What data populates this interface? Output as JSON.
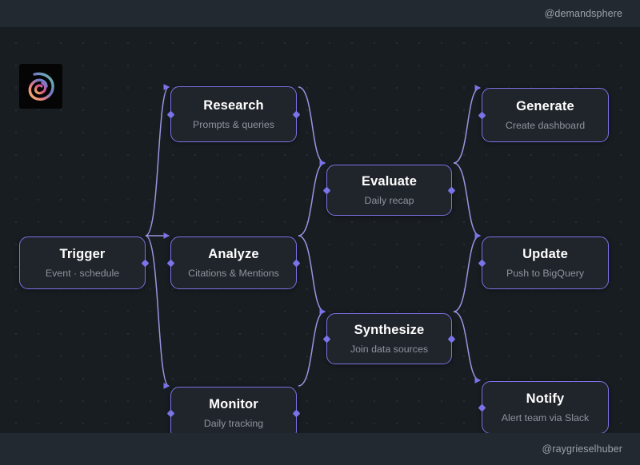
{
  "header": {
    "handle": "@demandsphere"
  },
  "footer": {
    "handle": "@raygrieselhuber"
  },
  "brand": {
    "logo_name": "demandsphere-d-logo"
  },
  "colors": {
    "canvas_bg": "#181d21",
    "chrome_bg": "#232930",
    "node_bg": "#20252b",
    "node_border": "#7b73e8",
    "edge": "#9a94e0",
    "title_text": "#ffffff",
    "subtitle_text": "#8d949c",
    "handle_text": "#9aa3ad",
    "grid_dot": "#272d33"
  },
  "nodes": [
    {
      "id": "trigger",
      "title": "Trigger",
      "subtitle": "Event · schedule"
    },
    {
      "id": "research",
      "title": "Research",
      "subtitle": "Prompts & queries"
    },
    {
      "id": "analyze",
      "title": "Analyze",
      "subtitle": "Citations & Mentions"
    },
    {
      "id": "monitor",
      "title": "Monitor",
      "subtitle": "Daily tracking"
    },
    {
      "id": "evaluate",
      "title": "Evaluate",
      "subtitle": "Daily recap"
    },
    {
      "id": "synthesize",
      "title": "Synthesize",
      "subtitle": "Join data sources"
    },
    {
      "id": "generate",
      "title": "Generate",
      "subtitle": "Create dashboard"
    },
    {
      "id": "update",
      "title": "Update",
      "subtitle": "Push to BigQuery"
    },
    {
      "id": "notify",
      "title": "Notify",
      "subtitle": "Alert team via Slack"
    }
  ],
  "edges": [
    {
      "from": "trigger",
      "to": "research"
    },
    {
      "from": "trigger",
      "to": "analyze"
    },
    {
      "from": "trigger",
      "to": "monitor"
    },
    {
      "from": "research",
      "to": "evaluate"
    },
    {
      "from": "analyze",
      "to": "evaluate"
    },
    {
      "from": "analyze",
      "to": "synthesize"
    },
    {
      "from": "monitor",
      "to": "synthesize"
    },
    {
      "from": "evaluate",
      "to": "generate"
    },
    {
      "from": "evaluate",
      "to": "update"
    },
    {
      "from": "synthesize",
      "to": "update"
    },
    {
      "from": "synthesize",
      "to": "notify"
    }
  ]
}
